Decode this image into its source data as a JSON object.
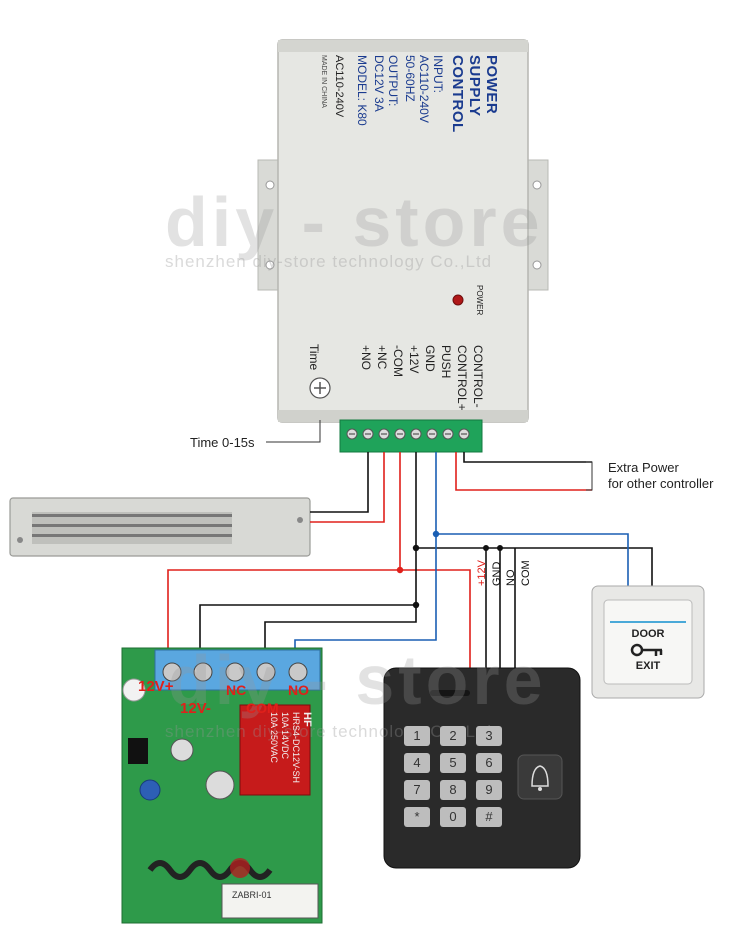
{
  "power_supply": {
    "title": "POWER SUPPLY CONTROL",
    "input": "INPUT: AC110-240V 50-60HZ",
    "output": "OUTPUT: DC12V 3A",
    "model": "MODEL: K80",
    "ac_label": "AC110-240V",
    "made_in": "MADE IN CHINA",
    "power_led_label": "POWER",
    "time_label": "Time",
    "terminals": [
      "CONTROL-",
      "CONTROL+",
      "PUSH",
      "GND",
      "+12V",
      "-COM",
      "+NC",
      "+NO"
    ]
  },
  "callouts": {
    "time_range": "Time 0-15s",
    "extra_power_line1": "Extra Power",
    "extra_power_line2": "for other controller"
  },
  "relay_board": {
    "label_12v_plus": "12V+",
    "label_12v_minus": "12V-",
    "label_nc": "NC",
    "label_com": "COM",
    "label_no": "NO",
    "relay_text_1": "HF",
    "relay_text_2": "HRS4-DC12V-SH",
    "relay_text_3": "10A 14VDC",
    "relay_text_4": "10A 250VAC",
    "chip_text": "ZABRI-01"
  },
  "keypad_wires": [
    "+12V",
    "GND",
    "NO",
    "COM"
  ],
  "keypad": {
    "keys": [
      "1",
      "2",
      "3",
      "4",
      "5",
      "6",
      "7",
      "8",
      "9",
      "*",
      "0",
      "#"
    ]
  },
  "exit_button": {
    "line1": "DOOR",
    "line2": "EXIT"
  },
  "watermark": {
    "big_top": "diy - store",
    "small_top": "shenzhen diy-store technology Co.,Ltd",
    "big_bottom": "diy - store",
    "small_bottom": "shenzhen diy-store technology Co.,Ltd"
  },
  "colors": {
    "wire_red": "#e0201b",
    "wire_blue": "#1a5fb4",
    "wire_black": "#111111",
    "terminal_green": "#1fa35a",
    "pcb_green": "#2e9a4a",
    "relay_terminal_blue": "#5aa7e0",
    "keypad_body": "#2a2a2a",
    "psu_body": "#e6e7e3"
  }
}
